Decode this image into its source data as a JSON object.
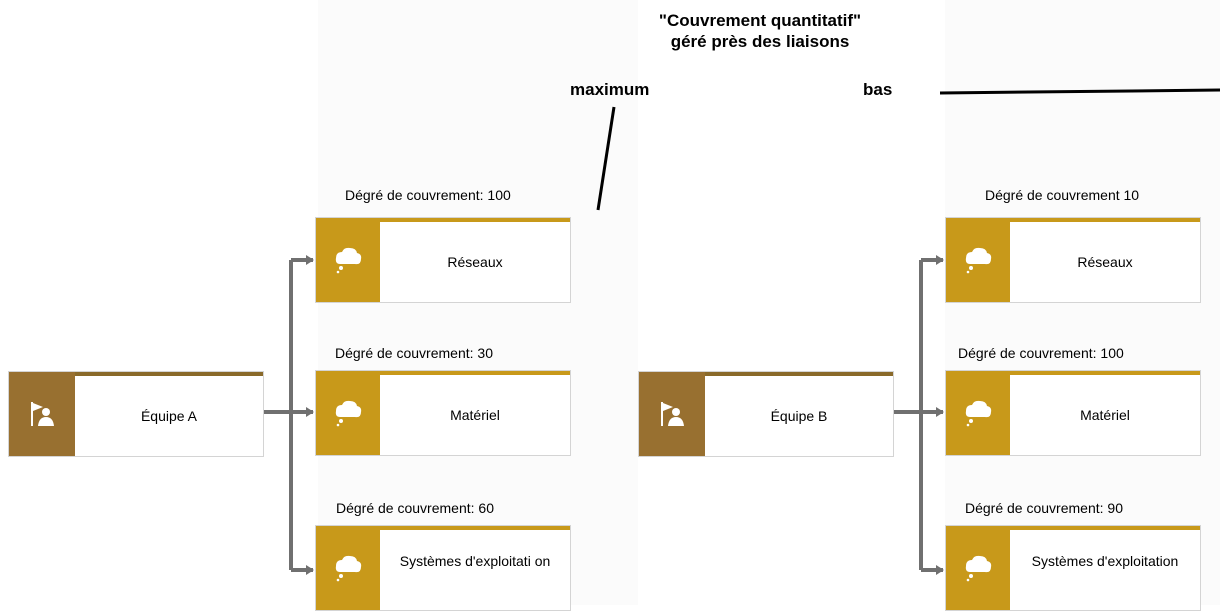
{
  "annotation": {
    "title_line1": "\"Couvrement quantitatif\"",
    "title_line2": "géré près des liaisons",
    "left_label": "maximum",
    "right_label": "bas"
  },
  "colors": {
    "capability_accent": "#c8991a",
    "team_accent": "#987030",
    "connector": "#707070"
  },
  "left_group": {
    "team": {
      "label": "Équipe A",
      "icon": "team-flag-icon"
    },
    "items": [
      {
        "degree": "Dégré de couvrement: 100",
        "label": "Réseaux",
        "icon": "thought-cloud-icon"
      },
      {
        "degree": "Dégré de couvrement: 30",
        "label": "Matériel",
        "icon": "thought-cloud-icon"
      },
      {
        "degree": "Dégré de couvrement: 60",
        "label": "Systèmes d'exploitati on",
        "icon": "thought-cloud-icon"
      }
    ]
  },
  "right_group": {
    "team": {
      "label": "Équipe B",
      "icon": "team-flag-icon"
    },
    "items": [
      {
        "degree": "Dégré de couvrement 10",
        "label": "Réseaux",
        "icon": "thought-cloud-icon"
      },
      {
        "degree": "Dégré de couvrement: 100",
        "label": "Matériel",
        "icon": "thought-cloud-icon"
      },
      {
        "degree": "Dégré de couvrement: 90",
        "label": "Systèmes d'exploitation",
        "icon": "thought-cloud-icon"
      }
    ]
  }
}
